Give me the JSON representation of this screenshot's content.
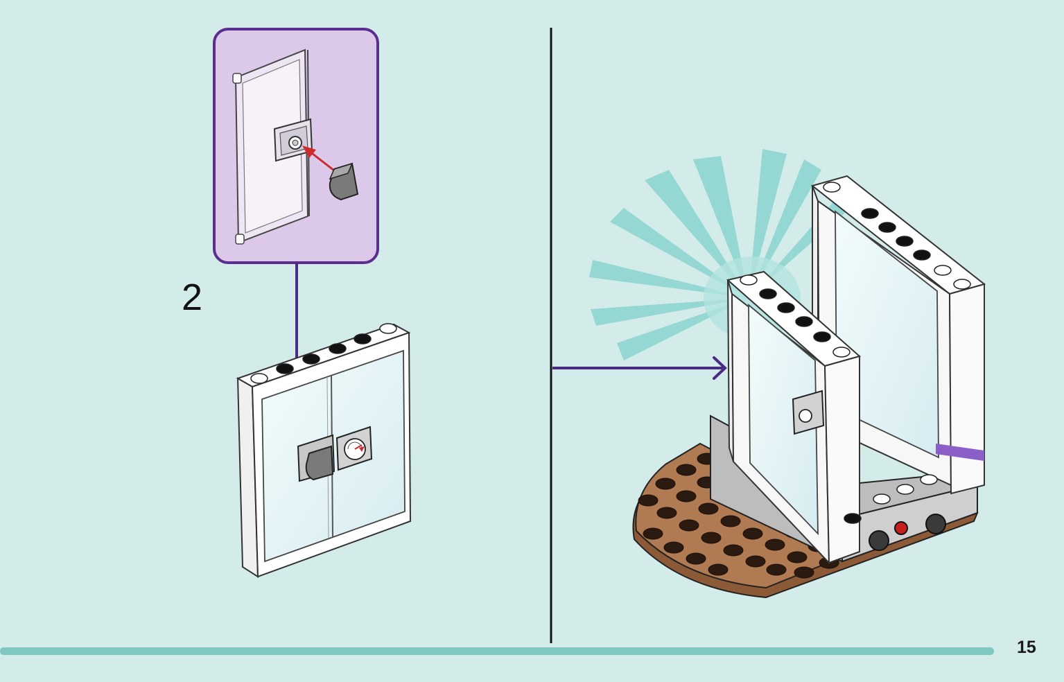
{
  "step": {
    "number": "2"
  },
  "footer": {
    "page_number": "15"
  },
  "colors": {
    "background": "#d3ecea",
    "callout_fill": "#dcc9ea",
    "callout_border": "#5a2d8e",
    "arrow": "#4b2a86",
    "insert_arrow": "#cc2c2c",
    "baseplate": "#b07a52",
    "footer_bar": "#7dc9c2",
    "burst": "#7fd0cc",
    "accent_stripe": "#8b5fc7"
  },
  "icons": [
    "callout-panel",
    "door-panel-icon",
    "round-tile-icon",
    "window-frame-icon",
    "gauge-tile-icon",
    "baseplate-icon",
    "burst-icon"
  ]
}
